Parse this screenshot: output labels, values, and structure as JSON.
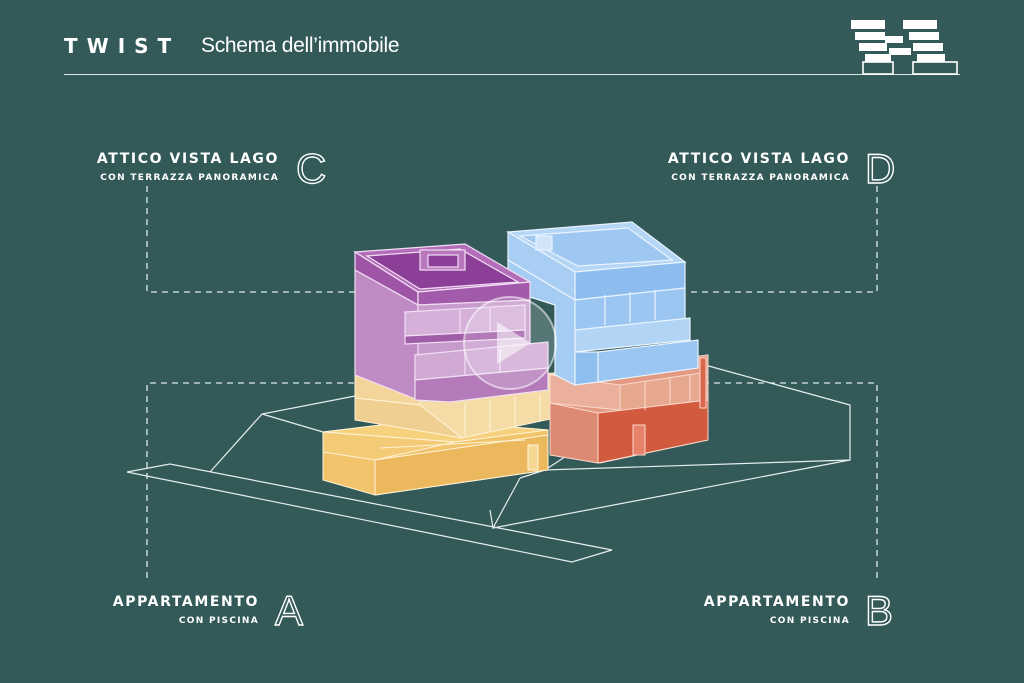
{
  "header": {
    "brand": "TWIST",
    "title": "Schema dell’immobile"
  },
  "units": {
    "c": {
      "title": "ATTICO VISTA LAGO",
      "subtitle": "CON TERRAZZA PANORAMICA",
      "letter": "C"
    },
    "d": {
      "title": "ATTICO VISTA LAGO",
      "subtitle": "CON TERRAZZA PANORAMICA",
      "letter": "D"
    },
    "a": {
      "title": "APPARTAMENTO",
      "subtitle": "CON PISCINA",
      "letter": "A"
    },
    "b": {
      "title": "APPARTAMENTO",
      "subtitle": "CON PISCINA",
      "letter": "B"
    }
  },
  "colors": {
    "background": "#335a59",
    "unit_a": "#f2c26a",
    "unit_b": "#d9674c",
    "unit_c": "#9b5ba3",
    "unit_d": "#8fc0ee",
    "lines": "#ffffff"
  },
  "icons": {
    "logo": "building-logo-icon",
    "play": "play-icon"
  }
}
